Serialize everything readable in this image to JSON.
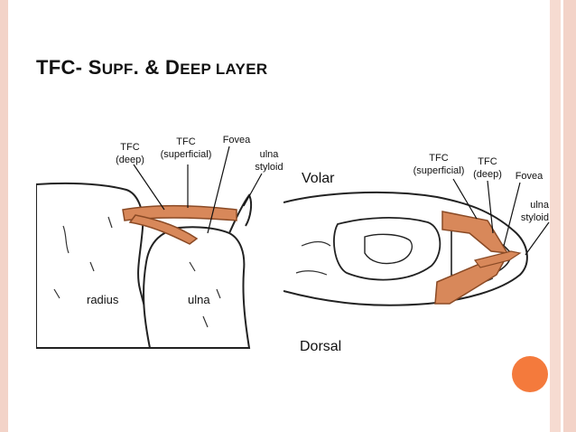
{
  "slide": {
    "title_part1": "TFC- S",
    "title_part2": "UPF",
    "title_part3": ". & D",
    "title_part4": "EEP LAYER"
  },
  "left_figure": {
    "label_tfc_deep": [
      "TFC",
      "(deep)"
    ],
    "label_tfc_superficial": [
      "TFC",
      "(superficial)"
    ],
    "label_fovea": "Fovea",
    "label_ulna_styloid": [
      "ulna",
      "styloid"
    ],
    "label_radius": "radius",
    "label_ulna": "ulna"
  },
  "right_figure": {
    "label_volar": "Volar",
    "label_dorsal": "Dorsal",
    "label_tfc_superficial": [
      "TFC",
      "(superficial)"
    ],
    "label_tfc_deep": [
      "TFC",
      "(deep)"
    ],
    "label_fovea": "Fovea",
    "label_ulna_styloid": [
      "ulna",
      "styloid"
    ]
  },
  "colors": {
    "ligament": "#d8885a",
    "ligament_stroke": "#8a4a25",
    "accent_dot": "#f47a3c",
    "border": "#f3d3c8"
  }
}
